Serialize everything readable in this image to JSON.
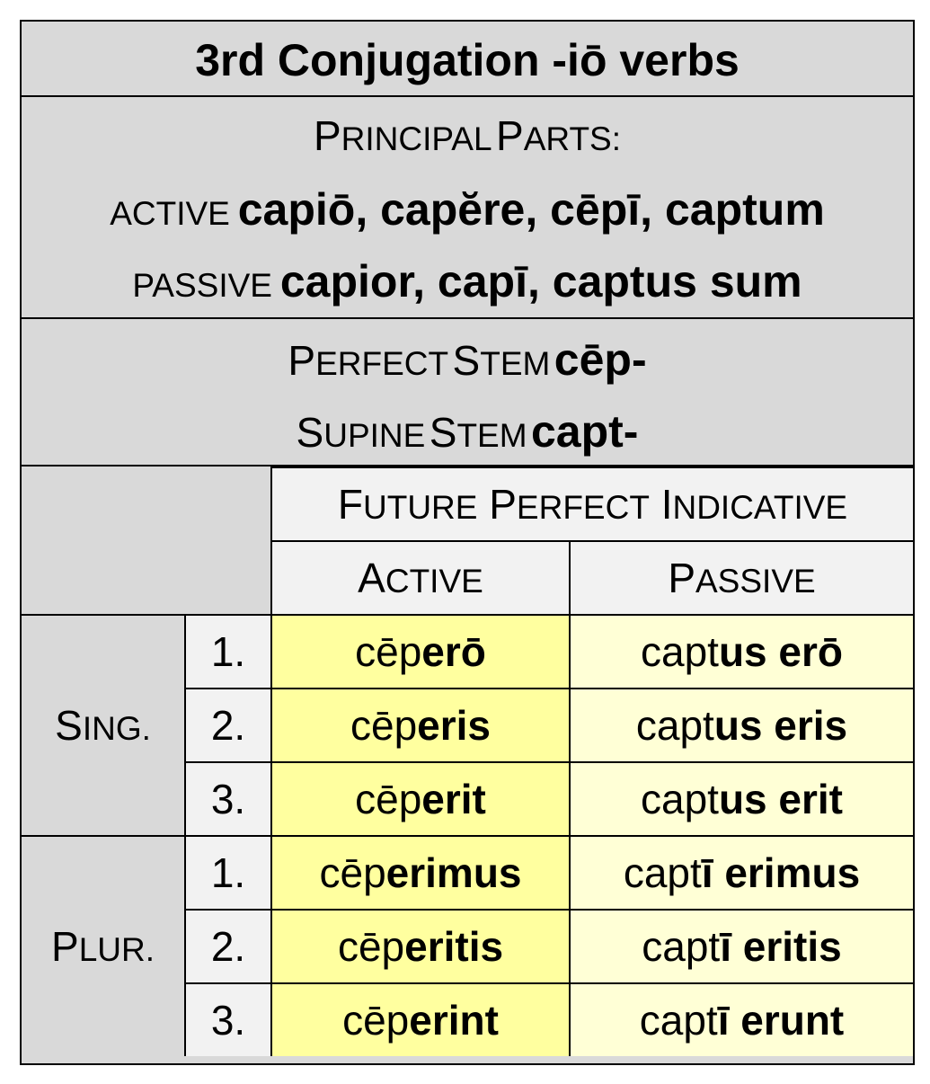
{
  "title": "3rd Conjugation -iō verbs",
  "principal_parts": {
    "heading_big1": "P",
    "heading_sm1": "RINCIPAL",
    "heading_big2": "P",
    "heading_sm2": "ARTS:",
    "active_label": "ACTIVE",
    "active_forms": "capiō, capĕre, cēpī, captum",
    "passive_label": "PASSIVE",
    "passive_forms": "capior, capī, captus sum"
  },
  "stems": {
    "perfect_big1": "P",
    "perfect_sm1": "ERFECT",
    "perfect_big2": "S",
    "perfect_sm2": "TEM",
    "perfect_stem": "cēp-",
    "supine_big1": "S",
    "supine_sm1": "UPINE",
    "supine_big2": "S",
    "supine_sm2": "TEM",
    "supine_stem": "capt-"
  },
  "table": {
    "tense_big1": "F",
    "tense_sm1": "UTURE",
    "tense_big2": "P",
    "tense_sm2": "ERFECT",
    "tense_big3": "I",
    "tense_sm3": "NDICATIVE",
    "active_big": "A",
    "active_sm": "CTIVE",
    "passive_big": "P",
    "passive_sm": "ASSIVE",
    "sing_big": "S",
    "sing_sm": "ING.",
    "plur_big": "P",
    "plur_sm": "LUR.",
    "rows": [
      {
        "num": "1.",
        "act_stem": "cēp",
        "act_end": "erō",
        "pas_stem": "capt",
        "pas_end": "us erō"
      },
      {
        "num": "2.",
        "act_stem": "cēp",
        "act_end": "eris",
        "pas_stem": "capt",
        "pas_end": "us eris"
      },
      {
        "num": "3.",
        "act_stem": "cēp",
        "act_end": "erit",
        "pas_stem": "capt",
        "pas_end": "us erit"
      },
      {
        "num": "1.",
        "act_stem": "cēp",
        "act_end": "erimus",
        "pas_stem": "capt",
        "pas_end": "ī erimus"
      },
      {
        "num": "2.",
        "act_stem": "cēp",
        "act_end": "eritis",
        "pas_stem": "capt",
        "pas_end": "ī eritis"
      },
      {
        "num": "3.",
        "act_stem": "cēp",
        "act_end": "erint",
        "pas_stem": "capt",
        "pas_end": "ī erunt"
      }
    ]
  },
  "colors": {
    "header_gray": "#d9d9d9",
    "light_gray": "#f2f2f2",
    "active_yellow": "#ffff9f",
    "passive_yellow": "#ffffd6"
  }
}
